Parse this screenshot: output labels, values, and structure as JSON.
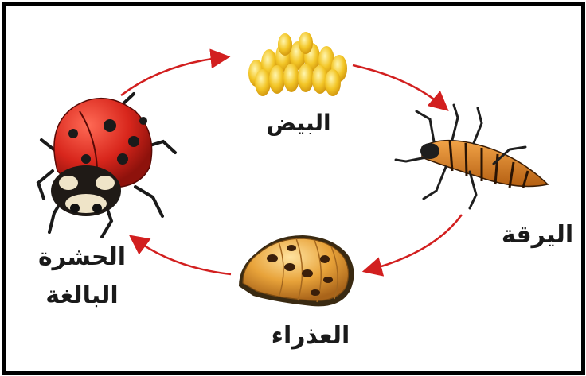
{
  "diagram": {
    "stages": {
      "eggs": "البيض",
      "larva": "اليرقة",
      "pupa": "العذراء",
      "adult_line1": "الحشرة",
      "adult_line2": "البالغة"
    },
    "colors": {
      "border": "#000000",
      "arrow": "#d21f1f",
      "egg": "#f3c627",
      "ladybug_red": "#d8261c",
      "larva_orange": "#e08a2a",
      "pupa_orange": "#e8a33a"
    }
  }
}
